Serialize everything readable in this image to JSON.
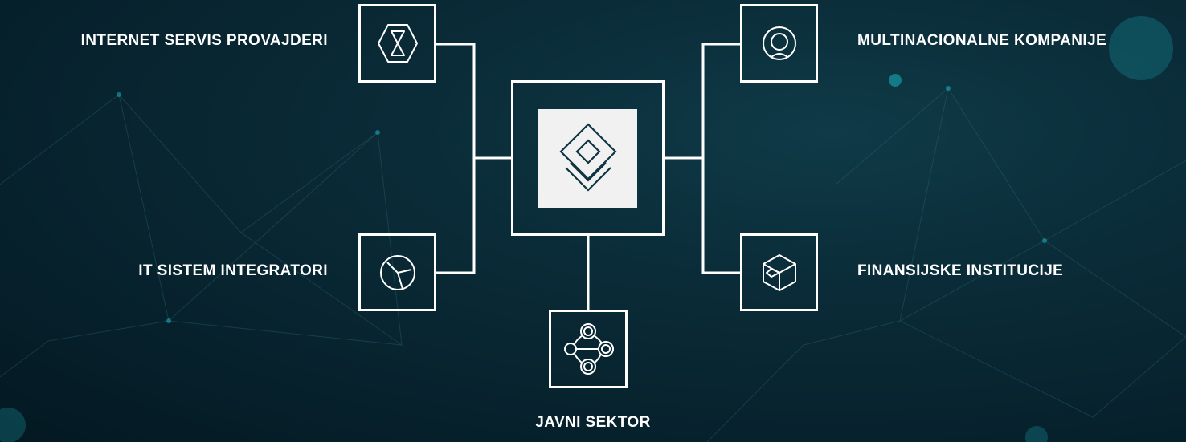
{
  "nodes": {
    "isp": {
      "label": "INTERNET SERVIS PROVAJDERI",
      "icon": "hourglass-hexagon-icon"
    },
    "it": {
      "label": "IT SISTEM INTEGRATORI",
      "icon": "pie-chart-icon"
    },
    "multi": {
      "label": "MULTINACIONALNE KOMPANIJE",
      "icon": "globe-ring-icon"
    },
    "fin": {
      "label": "FINANSIJSKE INSTITUCIJE",
      "icon": "cube-icon"
    },
    "gov": {
      "label": "JAVNI SEKTOR",
      "icon": "connected-circles-icon"
    },
    "center": {
      "icon": "layered-diamond-logo"
    }
  },
  "colors": {
    "line": "#ffffff",
    "background": "#06202b",
    "center_fill": "#f1f1f1",
    "logo": "#0d3440"
  }
}
